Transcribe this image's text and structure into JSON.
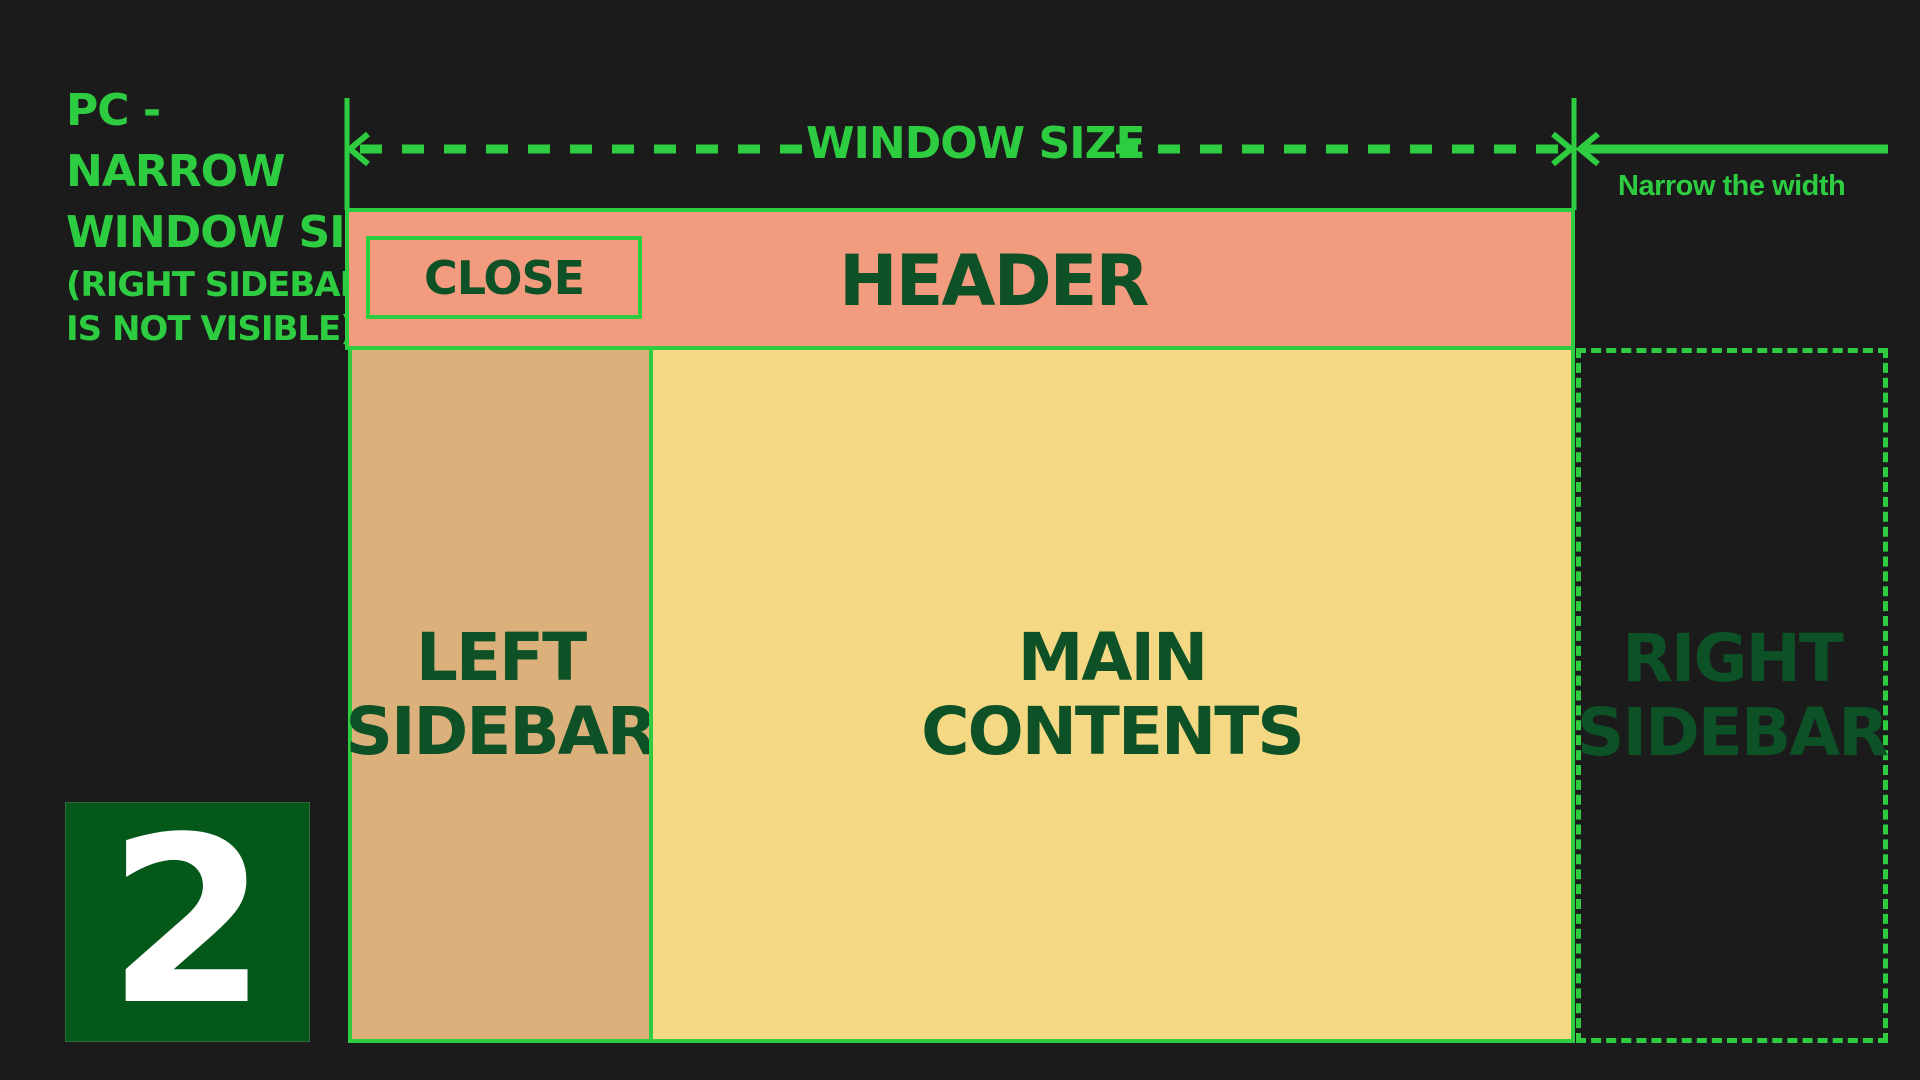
{
  "diagram": {
    "caption": {
      "line1": "PC -",
      "line2": "NARROW",
      "line3": "WINDOW SIZE",
      "line4": "(RIGHT SIDEBAR",
      "line5": "IS NOT VISIBLE)"
    },
    "step_number": "2",
    "window_size_label": "WINDOW SIZE",
    "narrow_note": "Narrow the width",
    "header": {
      "title": "HEADER",
      "close_label": "CLOSE"
    },
    "left_sidebar": {
      "line1": "LEFT",
      "line2": "SIDEBAR"
    },
    "main_contents": {
      "line1": "MAIN",
      "line2": "CONTENTS"
    },
    "right_sidebar": {
      "line1": "RIGHT",
      "line2": "SIDEBAR"
    },
    "colors": {
      "background": "#1b1b1b",
      "accent_green": "#2ecc40",
      "dark_green_text": "#0e5126",
      "header_fill": "#f29b7e",
      "left_sidebar_fill": "#dbb07a",
      "main_fill": "#f4d883",
      "badge_fill": "#04581a"
    }
  }
}
